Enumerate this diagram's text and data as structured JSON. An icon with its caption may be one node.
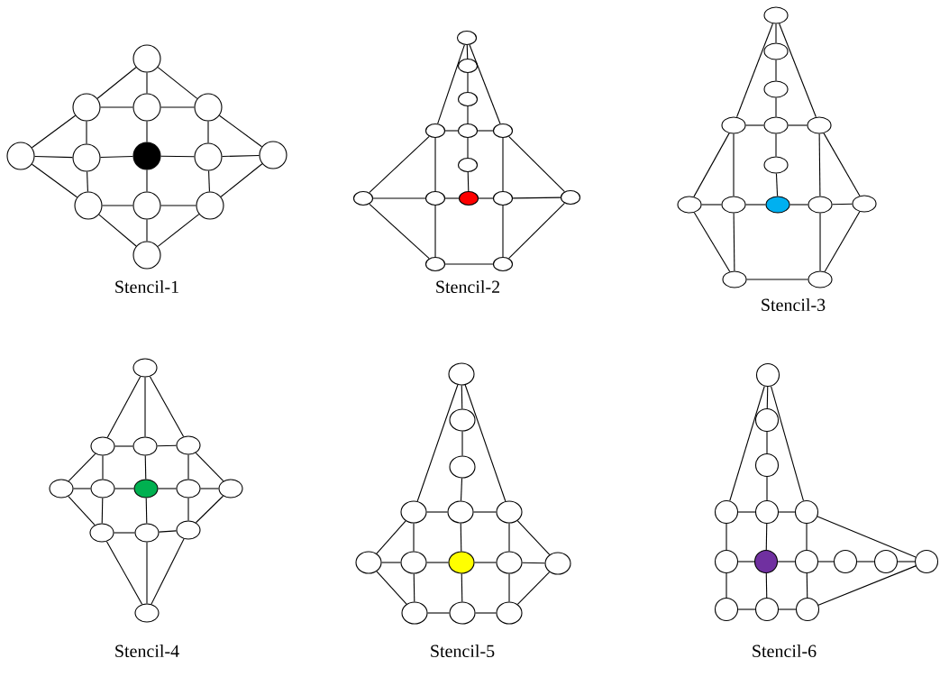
{
  "diagram": {
    "nodes": [
      {
        "text": [],
        "shape": "circle"
      },
      {
        "text": [],
        "shape": "circle"
      },
      {
        "text": [],
        "shape": "circle"
      },
      {
        "text": [],
        "shape": "circle"
      },
      {
        "text": [],
        "shape": "circle"
      },
      {
        "text": [],
        "shape": "circle"
      },
      {
        "text": [],
        "shape": "circle"
      },
      {
        "text": [],
        "shape": "circle"
      },
      {
        "text": [],
        "shape": "circle"
      },
      {
        "text": [],
        "shape": "circle"
      },
      {
        "text": [],
        "shape": "circle"
      },
      {
        "text": [],
        "shape": "circle"
      },
      {
        "text": [],
        "shape": "circle"
      },
      {
        "text": [],
        "shape": "circle"
      },
      {
        "text": [],
        "shape": "circle"
      },
      {
        "text": [],
        "shape": "circle"
      },
      {
        "text": [],
        "shape": "circle"
      },
      {
        "text": [],
        "shape": "circle"
      },
      {
        "text": [],
        "shape": "circle"
      },
      {
        "text": [],
        "shape": "circle"
      },
      {
        "text": [],
        "shape": "circle"
      },
      {
        "text": [],
        "shape": "circle"
      },
      {
        "text": [],
        "shape": "circle"
      },
      {
        "text": [],
        "shape": "circle"
      },
      {
        "text": [],
        "shape": "circle"
      },
      {
        "text": [],
        "shape": "circle"
      },
      {
        "text": [],
        "shape": "circle"
      },
      {
        "text": [],
        "shape": "circle"
      },
      {
        "text": [],
        "shape": "circle"
      },
      {
        "text": [],
        "shape": "circle"
      },
      {
        "text": [],
        "shape": "circle"
      },
      {
        "text": [],
        "shape": "circle"
      },
      {
        "text": [],
        "shape": "circle"
      },
      {
        "text": [],
        "shape": "circle"
      },
      {
        "text": [],
        "shape": "circle"
      },
      {
        "text": [],
        "shape": "circle"
      },
      {
        "text": [],
        "shape": "circle"
      },
      {
        "text": [],
        "shape": "circle"
      },
      {
        "text": [],
        "shape": "circle"
      },
      {
        "text": [],
        "shape": "circle"
      },
      {
        "text": [],
        "shape": "circle"
      },
      {
        "text": [],
        "shape": "circle"
      },
      {
        "text": [],
        "shape": "circle"
      },
      {
        "text": [],
        "shape": "circle"
      },
      {
        "text": [],
        "shape": "circle"
      },
      {
        "text": [],
        "shape": "circle"
      },
      {
        "text": [],
        "shape": "circle"
      },
      {
        "text": [],
        "shape": "circle"
      },
      {
        "text": [],
        "shape": "circle"
      },
      {
        "text": [],
        "shape": "circle"
      },
      {
        "text": [],
        "shape": "circle"
      },
      {
        "text": [],
        "shape": "circle"
      },
      {
        "text": [],
        "shape": "circle"
      },
      {
        "text": [],
        "shape": "circle"
      },
      {
        "text": [],
        "shape": "circle"
      },
      {
        "text": [],
        "shape": "circle"
      },
      {
        "text": [],
        "shape": "circle"
      },
      {
        "text": [],
        "shape": "circle"
      },
      {
        "text": [],
        "shape": "circle"
      },
      {
        "text": [],
        "shape": "circle"
      },
      {
        "text": [],
        "shape": "circle"
      },
      {
        "text": [],
        "shape": "circle"
      },
      {
        "text": [],
        "shape": "circle"
      },
      {
        "text": [],
        "shape": "circle"
      },
      {
        "text": [],
        "shape": "circle"
      },
      {
        "text": [],
        "shape": "circle"
      },
      {
        "text": [],
        "shape": "circle"
      },
      {
        "text": [],
        "shape": "circle"
      },
      {
        "text": [],
        "shape": "circle"
      },
      {
        "text": [],
        "shape": "circle"
      },
      {
        "text": [],
        "shape": "circle"
      },
      {
        "text": [],
        "shape": "circle"
      },
      {
        "text": [],
        "shape": "circle"
      },
      {
        "text": [],
        "shape": "circle"
      },
      {
        "text": [],
        "shape": "circle"
      },
      {
        "text": [],
        "shape": "circle"
      },
      {
        "text": [],
        "shape": "circle"
      },
      {
        "text": [],
        "shape": "circle"
      },
      {
        "text": [],
        "shape": "circle"
      },
      {
        "text": [],
        "shape": "circle"
      },
      {
        "text": [],
        "shape": "circle"
      },
      {
        "text": [],
        "shape": "circle"
      },
      {
        "text": [],
        "shape": "circle"
      }
    ],
    "edges": [
      {
        "from": 0,
        "to": 2,
        "arrow": "none"
      },
      {
        "from": 0,
        "to": 1,
        "arrow": "none"
      },
      {
        "from": 0,
        "to": 3,
        "arrow": "none"
      },
      {
        "from": 1,
        "to": 2,
        "arrow": "none"
      },
      {
        "from": 2,
        "to": 3,
        "arrow": "none"
      },
      {
        "from": 1,
        "to": 4,
        "arrow": "none"
      },
      {
        "from": 3,
        "to": 8,
        "arrow": "none"
      },
      {
        "from": 1,
        "to": 5,
        "arrow": "none"
      },
      {
        "from": 2,
        "to": 6,
        "arrow": "none"
      },
      {
        "from": 3,
        "to": 7,
        "arrow": "none"
      },
      {
        "from": 4,
        "to": 5,
        "arrow": "none"
      },
      {
        "from": 5,
        "to": 6,
        "arrow": "none"
      },
      {
        "from": 6,
        "to": 7,
        "arrow": "none"
      },
      {
        "from": 7,
        "to": 8,
        "arrow": "none"
      },
      {
        "from": 5,
        "to": 9,
        "arrow": "none"
      },
      {
        "from": 6,
        "to": 10,
        "arrow": "none"
      },
      {
        "from": 7,
        "to": 11,
        "arrow": "none"
      },
      {
        "from": 4,
        "to": 9,
        "arrow": "none"
      },
      {
        "from": 9,
        "to": 10,
        "arrow": "none"
      },
      {
        "from": 10,
        "to": 11,
        "arrow": "none"
      },
      {
        "from": 11,
        "to": 8,
        "arrow": "none"
      },
      {
        "from": 9,
        "to": 12,
        "arrow": "none"
      },
      {
        "from": 10,
        "to": 12,
        "arrow": "none"
      },
      {
        "from": 11,
        "to": 12,
        "arrow": "none"
      },
      {
        "from": 13,
        "to": 14,
        "arrow": "none"
      },
      {
        "from": 14,
        "to": 15,
        "arrow": "none"
      },
      {
        "from": 15,
        "to": 17,
        "arrow": "none"
      },
      {
        "from": 13,
        "to": 16,
        "arrow": "none"
      },
      {
        "from": 13,
        "to": 18,
        "arrow": "none"
      },
      {
        "from": 16,
        "to": 17,
        "arrow": "none"
      },
      {
        "from": 17,
        "to": 18,
        "arrow": "none"
      },
      {
        "from": 17,
        "to": 19,
        "arrow": "none"
      },
      {
        "from": 19,
        "to": 22,
        "arrow": "none"
      },
      {
        "from": 16,
        "to": 20,
        "arrow": "none"
      },
      {
        "from": 18,
        "to": 24,
        "arrow": "none"
      },
      {
        "from": 16,
        "to": 21,
        "arrow": "none"
      },
      {
        "from": 18,
        "to": 23,
        "arrow": "none"
      },
      {
        "from": 20,
        "to": 21,
        "arrow": "none"
      },
      {
        "from": 21,
        "to": 22,
        "arrow": "none"
      },
      {
        "from": 22,
        "to": 23,
        "arrow": "none"
      },
      {
        "from": 23,
        "to": 24,
        "arrow": "none"
      },
      {
        "from": 20,
        "to": 25,
        "arrow": "none"
      },
      {
        "from": 21,
        "to": 25,
        "arrow": "none"
      },
      {
        "from": 23,
        "to": 26,
        "arrow": "none"
      },
      {
        "from": 24,
        "to": 26,
        "arrow": "none"
      },
      {
        "from": 25,
        "to": 26,
        "arrow": "none"
      },
      {
        "from": 27,
        "to": 28,
        "arrow": "none"
      },
      {
        "from": 28,
        "to": 29,
        "arrow": "none"
      },
      {
        "from": 29,
        "to": 31,
        "arrow": "none"
      },
      {
        "from": 27,
        "to": 30,
        "arrow": "none"
      },
      {
        "from": 27,
        "to": 32,
        "arrow": "none"
      },
      {
        "from": 30,
        "to": 31,
        "arrow": "none"
      },
      {
        "from": 31,
        "to": 32,
        "arrow": "none"
      },
      {
        "from": 31,
        "to": 33,
        "arrow": "none"
      },
      {
        "from": 33,
        "to": 36,
        "arrow": "none"
      },
      {
        "from": 30,
        "to": 34,
        "arrow": "none"
      },
      {
        "from": 32,
        "to": 38,
        "arrow": "none"
      },
      {
        "from": 30,
        "to": 35,
        "arrow": "none"
      },
      {
        "from": 32,
        "to": 37,
        "arrow": "none"
      },
      {
        "from": 34,
        "to": 35,
        "arrow": "none"
      },
      {
        "from": 35,
        "to": 36,
        "arrow": "none"
      },
      {
        "from": 36,
        "to": 37,
        "arrow": "none"
      },
      {
        "from": 37,
        "to": 38,
        "arrow": "none"
      },
      {
        "from": 34,
        "to": 39,
        "arrow": "none"
      },
      {
        "from": 35,
        "to": 39,
        "arrow": "none"
      },
      {
        "from": 37,
        "to": 40,
        "arrow": "none"
      },
      {
        "from": 38,
        "to": 40,
        "arrow": "none"
      },
      {
        "from": 39,
        "to": 40,
        "arrow": "none"
      },
      {
        "from": 41,
        "to": 42,
        "arrow": "none"
      },
      {
        "from": 41,
        "to": 43,
        "arrow": "none"
      },
      {
        "from": 41,
        "to": 44,
        "arrow": "none"
      },
      {
        "from": 42,
        "to": 43,
        "arrow": "none"
      },
      {
        "from": 43,
        "to": 44,
        "arrow": "none"
      },
      {
        "from": 42,
        "to": 45,
        "arrow": "none"
      },
      {
        "from": 44,
        "to": 49,
        "arrow": "none"
      },
      {
        "from": 42,
        "to": 46,
        "arrow": "none"
      },
      {
        "from": 43,
        "to": 47,
        "arrow": "none"
      },
      {
        "from": 44,
        "to": 48,
        "arrow": "none"
      },
      {
        "from": 45,
        "to": 46,
        "arrow": "none"
      },
      {
        "from": 46,
        "to": 47,
        "arrow": "none"
      },
      {
        "from": 47,
        "to": 48,
        "arrow": "none"
      },
      {
        "from": 48,
        "to": 49,
        "arrow": "none"
      },
      {
        "from": 46,
        "to": 50,
        "arrow": "none"
      },
      {
        "from": 47,
        "to": 51,
        "arrow": "none"
      },
      {
        "from": 48,
        "to": 52,
        "arrow": "none"
      },
      {
        "from": 45,
        "to": 50,
        "arrow": "none"
      },
      {
        "from": 49,
        "to": 52,
        "arrow": "none"
      },
      {
        "from": 50,
        "to": 51,
        "arrow": "none"
      },
      {
        "from": 51,
        "to": 52,
        "arrow": "none"
      },
      {
        "from": 50,
        "to": 53,
        "arrow": "none"
      },
      {
        "from": 51,
        "to": 53,
        "arrow": "none"
      },
      {
        "from": 52,
        "to": 53,
        "arrow": "none"
      },
      {
        "from": 54,
        "to": 55,
        "arrow": "none"
      },
      {
        "from": 55,
        "to": 56,
        "arrow": "none"
      },
      {
        "from": 56,
        "to": 58,
        "arrow": "none"
      },
      {
        "from": 54,
        "to": 57,
        "arrow": "none"
      },
      {
        "from": 54,
        "to": 59,
        "arrow": "none"
      },
      {
        "from": 57,
        "to": 58,
        "arrow": "none"
      },
      {
        "from": 58,
        "to": 59,
        "arrow": "none"
      },
      {
        "from": 57,
        "to": 60,
        "arrow": "none"
      },
      {
        "from": 59,
        "to": 64,
        "arrow": "none"
      },
      {
        "from": 57,
        "to": 61,
        "arrow": "none"
      },
      {
        "from": 58,
        "to": 62,
        "arrow": "none"
      },
      {
        "from": 59,
        "to": 63,
        "arrow": "none"
      },
      {
        "from": 60,
        "to": 61,
        "arrow": "none"
      },
      {
        "from": 61,
        "to": 62,
        "arrow": "none"
      },
      {
        "from": 62,
        "to": 63,
        "arrow": "none"
      },
      {
        "from": 63,
        "to": 64,
        "arrow": "none"
      },
      {
        "from": 61,
        "to": 65,
        "arrow": "none"
      },
      {
        "from": 62,
        "to": 66,
        "arrow": "none"
      },
      {
        "from": 63,
        "to": 67,
        "arrow": "none"
      },
      {
        "from": 60,
        "to": 65,
        "arrow": "none"
      },
      {
        "from": 64,
        "to": 67,
        "arrow": "none"
      },
      {
        "from": 65,
        "to": 66,
        "arrow": "none"
      },
      {
        "from": 66,
        "to": 67,
        "arrow": "none"
      },
      {
        "from": 68,
        "to": 69,
        "arrow": "none"
      },
      {
        "from": 69,
        "to": 70,
        "arrow": "none"
      },
      {
        "from": 70,
        "to": 72,
        "arrow": "none"
      },
      {
        "from": 68,
        "to": 71,
        "arrow": "none"
      },
      {
        "from": 68,
        "to": 73,
        "arrow": "none"
      },
      {
        "from": 71,
        "to": 72,
        "arrow": "none"
      },
      {
        "from": 72,
        "to": 73,
        "arrow": "none"
      },
      {
        "from": 71,
        "to": 74,
        "arrow": "none"
      },
      {
        "from": 72,
        "to": 75,
        "arrow": "none"
      },
      {
        "from": 73,
        "to": 76,
        "arrow": "none"
      },
      {
        "from": 74,
        "to": 75,
        "arrow": "none"
      },
      {
        "from": 75,
        "to": 76,
        "arrow": "none"
      },
      {
        "from": 76,
        "to": 77,
        "arrow": "none"
      },
      {
        "from": 77,
        "to": 78,
        "arrow": "none"
      },
      {
        "from": 78,
        "to": 79,
        "arrow": "none"
      },
      {
        "from": 73,
        "to": 79,
        "arrow": "none"
      },
      {
        "from": 82,
        "to": 79,
        "arrow": "none"
      },
      {
        "from": 74,
        "to": 80,
        "arrow": "none"
      },
      {
        "from": 75,
        "to": 81,
        "arrow": "none"
      },
      {
        "from": 76,
        "to": 82,
        "arrow": "none"
      },
      {
        "from": 80,
        "to": 81,
        "arrow": "none"
      },
      {
        "from": 81,
        "to": 82,
        "arrow": "none"
      }
    ],
    "labels": [
      "Stencil-1",
      "Stencil-2",
      "Stencil-3",
      "Stencil-4",
      "Stencil-5",
      "Stencil-6"
    ]
  }
}
